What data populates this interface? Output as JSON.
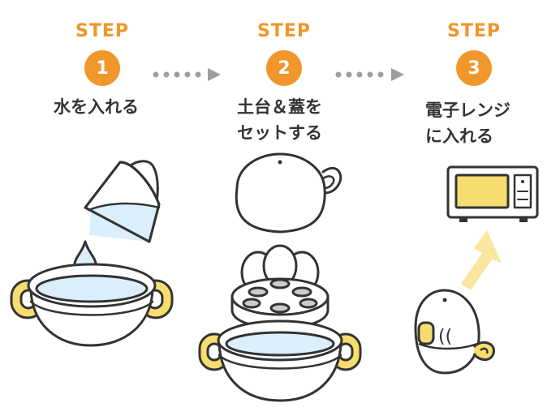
{
  "steps": [
    {
      "label": "STEP",
      "number": "1",
      "caption_lines": [
        "水を入れる"
      ]
    },
    {
      "label": "STEP",
      "number": "2",
      "caption_lines": [
        "土台＆蓋を",
        "セットする"
      ]
    },
    {
      "label": "STEP",
      "number": "3",
      "caption_lines": [
        "電子レンジ",
        "に入れる"
      ]
    }
  ],
  "egg_icon_text": "((",
  "colors": {
    "accent": "#f0962b",
    "outline": "#333333",
    "water": "#dbeefb",
    "handle": "#f7dc6f",
    "arrow_up": "#f9e79f",
    "microwave_window": "#f7dc6f",
    "dots": "#9e9e9e"
  }
}
